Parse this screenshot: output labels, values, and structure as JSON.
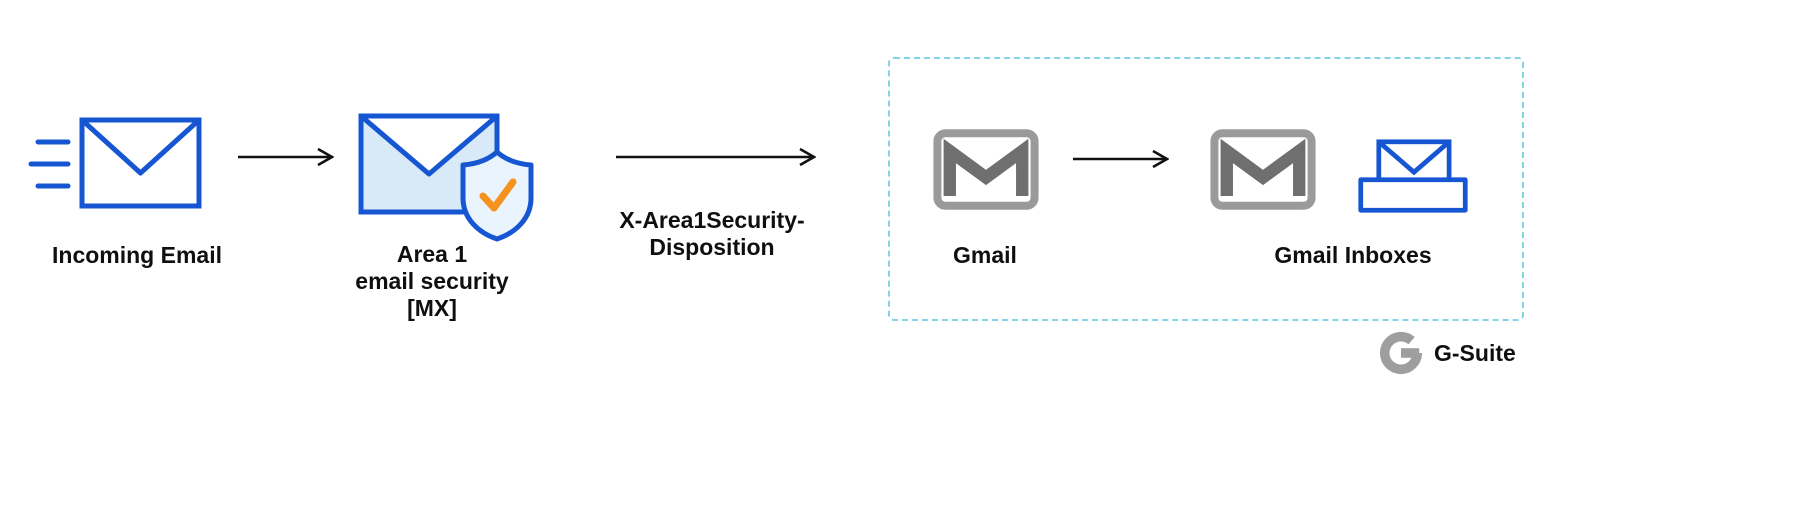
{
  "diagram": {
    "nodes": {
      "incoming_email": {
        "label": "Incoming Email"
      },
      "area1": {
        "lines": [
          "Area 1",
          "email security",
          "[MX]"
        ]
      },
      "gmail": {
        "label": "Gmail"
      },
      "gmail_inboxes": {
        "label": "Gmail Inboxes"
      }
    },
    "edges": {
      "disposition_label": "X-Area1Security-Disposition"
    },
    "footer": {
      "brand": "G-Suite"
    },
    "icons": {
      "incoming_email": "envelope-with-speed-lines-icon",
      "area1": "envelope-shield-check-icon",
      "gmail": "gmail-m-icon",
      "gmail_inbox": "inbox-envelope-icon",
      "brand": "g-logo-icon",
      "arrows": "right-arrow-icon"
    },
    "colors": {
      "blue": "#1656d2",
      "light_blue": "#d8e9f8",
      "orange": "#f5921e",
      "gmail_border_gray": "#9a9a9a",
      "gmail_m_gray": "#6f6f6f",
      "dashed_border": "#84d3e6",
      "arrow": "#111111",
      "text": "#0f0f0f"
    }
  }
}
